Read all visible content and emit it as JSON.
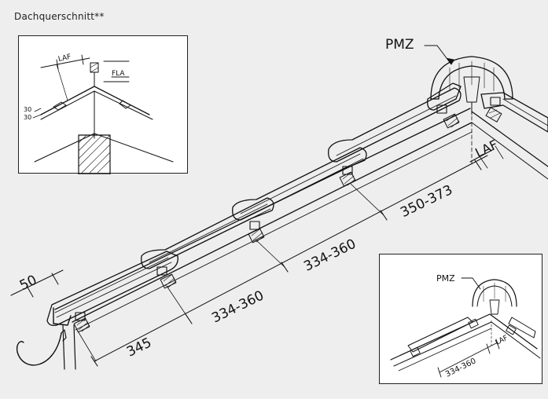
{
  "title": "Dachquerschnitt**",
  "labels": {
    "ridge_cap": "PMZ",
    "laf": "LAF",
    "fla": "FLA",
    "overhang": "50",
    "first_batten": "345",
    "batten_1": "334-360",
    "batten_2": "334-360",
    "top_batten": "350-373",
    "inset_batten": "334-360",
    "slope_a": "30",
    "slope_b": "30"
  }
}
